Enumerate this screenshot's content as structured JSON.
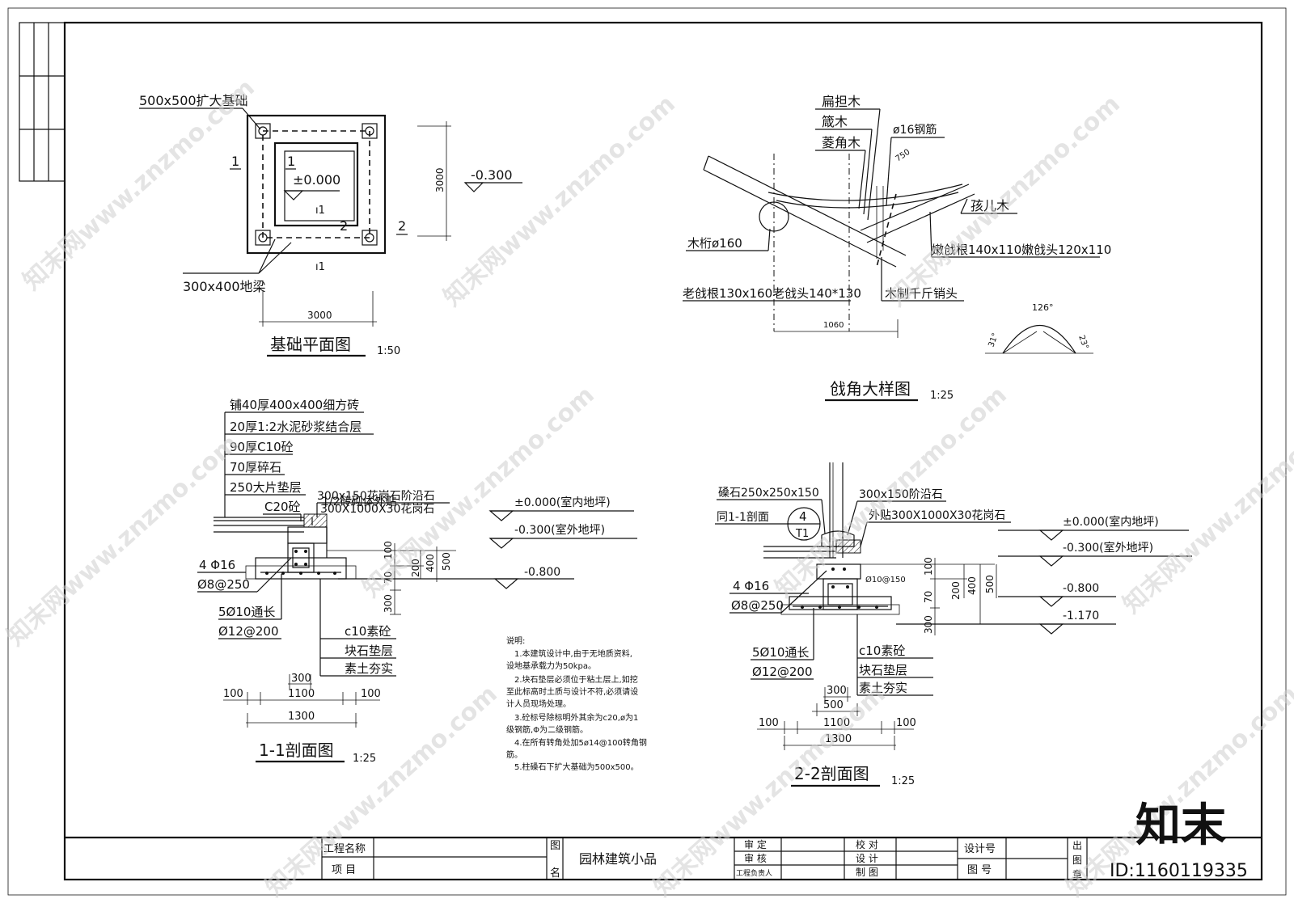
{
  "plan": {
    "title": "基础平面图",
    "scale": "1:50",
    "label_footing": "500x500扩大基础",
    "label_beam": "300x400地梁",
    "level_inner": "±0.000",
    "level_outer": "-0.300",
    "dim_width": "3000",
    "dim_height": "3000",
    "mark_1": "1",
    "mark_2": "2",
    "mark_i1": "ı1"
  },
  "corner": {
    "title": "戗角大样图",
    "scale": "1:25",
    "labels": [
      "扁担木",
      "箴木",
      "菱角木",
      "ø16钢筋",
      "孩儿木",
      "木桁ø160",
      "嫩戗根140x110嫩戗头120x110",
      "老戗根130x160老戗头140*130",
      "木制千斤销头"
    ],
    "dim_750": "750",
    "dim_1060": "1060",
    "angle_126": "126°",
    "angle_31": "31°",
    "angle_23": "23°"
  },
  "section11": {
    "title": "1-1剖面图",
    "scale": "1:25",
    "layers": [
      "铺40厚400x400细方砖",
      "20厚1:2水泥砂浆结合层",
      "90厚C10砼",
      "70厚碎石",
      "250大片垫层",
      "C20砼"
    ],
    "label_step": "300x150花岗石阶沿石",
    "label_brick": "1/2砖砌体外贴",
    "label_granite": "300X1000X30花岗石",
    "level_in": "±0.000(室内地坪)",
    "level_out": "-0.300(室外地坪)",
    "level_low": "-0.800",
    "rebar_a": "4 Φ16",
    "rebar_b": "Ø8@250",
    "rebar_c": "5Ø10通长",
    "rebar_d": "Ø12@200",
    "base_labels": [
      "c10素砼",
      "块石垫层",
      "素土夯实"
    ],
    "dims_v": [
      "100",
      "200",
      "400",
      "500",
      "70",
      "300"
    ],
    "dims_h": [
      "300",
      "100",
      "1100",
      "100",
      "1300"
    ]
  },
  "section22": {
    "title": "2-2剖面图",
    "scale": "1:25",
    "label_plinth": "磉石250x250x150",
    "label_same": "同1-1剖面",
    "label_step": "300x150阶沿石",
    "label_granite": "外贴300X1000X30花岗石",
    "level_in": "±0.000(室内地坪)",
    "level_out": "-0.300(室外地坪)",
    "level_low": "-0.800",
    "level_lowest": "-1.170",
    "rebar_a": "4 Φ16",
    "rebar_b": "Ø8@250",
    "rebar_c": "5Ø10通长",
    "rebar_d": "Ø12@200",
    "rebar_e": "Ø10@150",
    "detail_num": "4",
    "detail_sheet": "T1",
    "base_labels": [
      "c10素砼",
      "块石垫层",
      "素土夯实"
    ],
    "dims_v": [
      "100",
      "200",
      "400",
      "500",
      "70",
      "300"
    ],
    "dims_h": [
      "300",
      "500",
      "100",
      "1100",
      "100",
      "1300"
    ]
  },
  "notes": {
    "title": "说明:",
    "lines": [
      "1.本建筑设计中,由于无地质资料,",
      "设地基承载力为50kpa。",
      "2.块石垫层必须位于粘土层上,如挖",
      "至此标高时土质与设计不符,必须请设",
      "计人员现场处理。",
      "3.砼标号除标明外其余为c20,ø为1",
      "级钢筋,Φ为二级钢筋。",
      "4.在所有转角处加5ø14@100转角钢",
      "筋。",
      "5.柱磉石下扩大基础为500x500。"
    ]
  },
  "titleblock": {
    "project_name": "工程名称",
    "item": "项  目",
    "drawing_label_1": "图",
    "drawing_label_2": "名",
    "drawing_name": "园林建筑小品",
    "approve": "审  定",
    "review": "审  核",
    "engineer": "工程负责人",
    "check": "校  对",
    "design": "设  计",
    "draw": "制  图",
    "design_no": "设计号",
    "drawing_no": "图  号",
    "stamp_1": "出",
    "stamp_2": "图",
    "stamp_3": "章"
  },
  "watermark": {
    "text": "知末网www.znzmo.com",
    "logo": "知末",
    "id": "ID:1160119335"
  }
}
